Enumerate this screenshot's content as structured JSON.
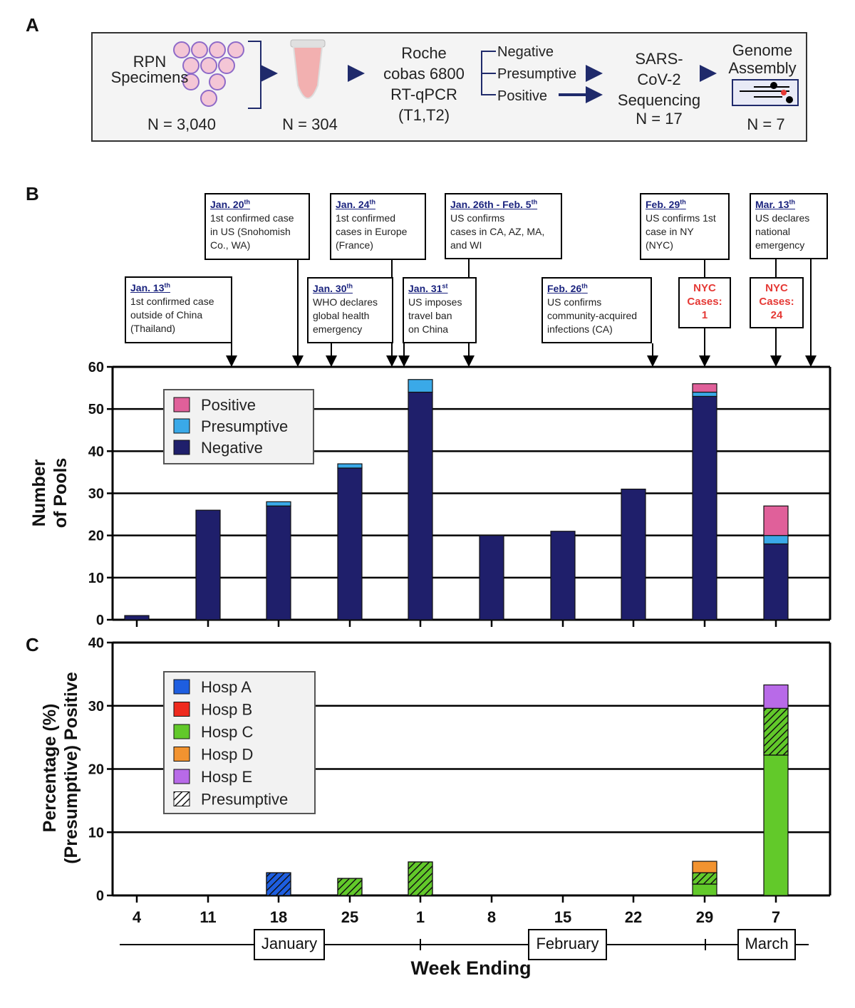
{
  "panels": {
    "a": "A",
    "b": "B",
    "c": "C"
  },
  "workflow": {
    "specimens_label": "RPN\nSpecimens",
    "specimens_n": "N = 3,040",
    "pools_n": "N = 304",
    "assay": "Roche\ncobas 6800\nRT-qPCR\n(T1,T2)",
    "outcomes": [
      "Negative",
      "Presumptive",
      "Positive"
    ],
    "sequencing": "SARS-\nCoV-2\nSequencing",
    "sequencing_n": "N = 17",
    "assembly": "Genome\nAssembly",
    "assembly_n": "N = 7"
  },
  "annotations": [
    {
      "date": "Jan. 13",
      "sup": "th",
      "text": "1st confirmed case\noutside of China\n(Thailand)"
    },
    {
      "date": "Jan. 20",
      "sup": "th",
      "text": "1st confirmed case\nin US (Snohomish\nCo., WA)"
    },
    {
      "date": "Jan. 24",
      "sup": "th",
      "text": "1st confirmed\ncases in Europe\n(France)"
    },
    {
      "date": "Jan. 30",
      "sup": "th",
      "text": "WHO declares\nglobal health\nemergency"
    },
    {
      "date": "Jan. 31",
      "sup": "st",
      "text": "US imposes\ntravel ban\non China"
    },
    {
      "date": "Jan. 26th - Feb. 5",
      "sup": "th",
      "text": "US confirms\ncases in CA, AZ, MA,\nand WI"
    },
    {
      "date": "Feb. 26",
      "sup": "th",
      "text": "US confirms\ncommunity-acquired\ninfections (CA)"
    },
    {
      "date": "Feb. 29",
      "sup": "th",
      "text": "US confirms 1st\ncase in NY\n(NYC)"
    },
    {
      "date": "Mar. 13",
      "sup": "th",
      "text": "US declares\nnational\nemergency"
    }
  ],
  "nyc_cases": [
    "NYC\nCases:\n1",
    "NYC\nCases:\n24"
  ],
  "colors": {
    "negative": "#1f1f6b",
    "presumptive": "#3aa9e8",
    "positive": "#e0609a",
    "hosp_a": "#1e5ee0",
    "hosp_b": "#ee2a1e",
    "hosp_c": "#62c92a",
    "hosp_d": "#f29330",
    "hosp_e": "#b86ae8"
  },
  "chart_data": [
    {
      "type": "bar",
      "stacked": true,
      "ylabel": "Number\nof Pools",
      "ylim": [
        0,
        60
      ],
      "yticks": [
        0,
        10,
        20,
        30,
        40,
        50,
        60
      ],
      "categories": [
        "4",
        "11",
        "18",
        "25",
        "1",
        "8",
        "15",
        "22",
        "29",
        "7"
      ],
      "legend": {
        "placement": "top-left"
      },
      "series": [
        {
          "name": "Negative",
          "values": [
            1,
            26,
            27,
            36,
            54,
            20,
            21,
            31,
            53,
            18
          ]
        },
        {
          "name": "Presumptive",
          "values": [
            0,
            0,
            1,
            1,
            3,
            0,
            0,
            0,
            1,
            2
          ]
        },
        {
          "name": "Positive",
          "values": [
            0,
            0,
            0,
            0,
            0,
            0,
            0,
            0,
            2,
            7
          ]
        }
      ],
      "grid": true
    },
    {
      "type": "bar",
      "stacked": true,
      "ylabel": "Percentage (%)\n(Presumptive) Positive",
      "xlabel": "Week Ending",
      "ylim": [
        0,
        40
      ],
      "yticks": [
        0,
        10,
        20,
        30,
        40
      ],
      "categories": [
        "4",
        "11",
        "18",
        "25",
        "1",
        "8",
        "15",
        "22",
        "29",
        "7"
      ],
      "months": [
        "January",
        "February",
        "March"
      ],
      "legend": {
        "placement": "top-left",
        "entries": [
          "Hosp A",
          "Hosp B",
          "Hosp C",
          "Hosp D",
          "Hosp E",
          "Presumptive"
        ]
      },
      "series": [
        {
          "name": "Hosp A",
          "presumptive": [
            0,
            0,
            3.6,
            0,
            0,
            0,
            0,
            0,
            0,
            0
          ]
        },
        {
          "name": "Hosp C",
          "values": [
            0,
            0,
            0,
            0,
            0,
            0,
            0,
            0,
            1.8,
            22.2
          ],
          "presumptive": [
            0,
            0,
            0,
            2.7,
            5.3,
            0,
            0,
            0,
            1.8,
            7.4
          ]
        },
        {
          "name": "Hosp D",
          "values": [
            0,
            0,
            0,
            0,
            0,
            0,
            0,
            0,
            1.8,
            0
          ]
        },
        {
          "name": "Hosp E",
          "values": [
            0,
            0,
            0,
            0,
            0,
            0,
            0,
            0,
            0,
            3.7
          ]
        }
      ],
      "grid": true
    }
  ]
}
